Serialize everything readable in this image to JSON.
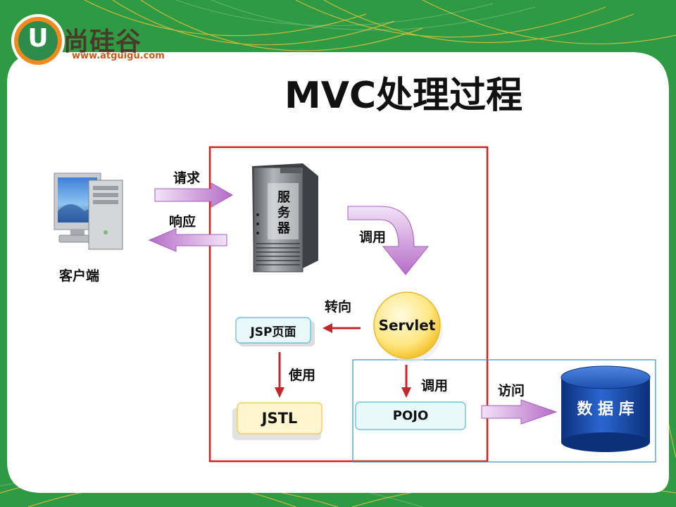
{
  "logo": {
    "letter": "U",
    "name": "尚硅谷",
    "url": "www.atguigu.com"
  },
  "slide": {
    "title": "MVC处理过程"
  },
  "nodes": {
    "client": "客户端",
    "server_chars": [
      "服",
      "务",
      "器"
    ],
    "servlet": "Servlet",
    "jsp": "JSP页面",
    "jstl": "JSTL",
    "pojo": "POJO",
    "database": "数 据 库"
  },
  "arrows": {
    "request": "请求",
    "response": "响应",
    "invoke_servlet": "调用",
    "forward": "转向",
    "use": "使用",
    "invoke_pojo": "调用",
    "access": "访问"
  },
  "colors": {
    "background_green": "#2e9a43",
    "frame_red": "#d42020",
    "pojo_frame_blue": "#3c8fc0",
    "arrow_purple": "#b66cc8",
    "arrow_red": "#c0282a",
    "database_blue": "#1a4aa8"
  }
}
